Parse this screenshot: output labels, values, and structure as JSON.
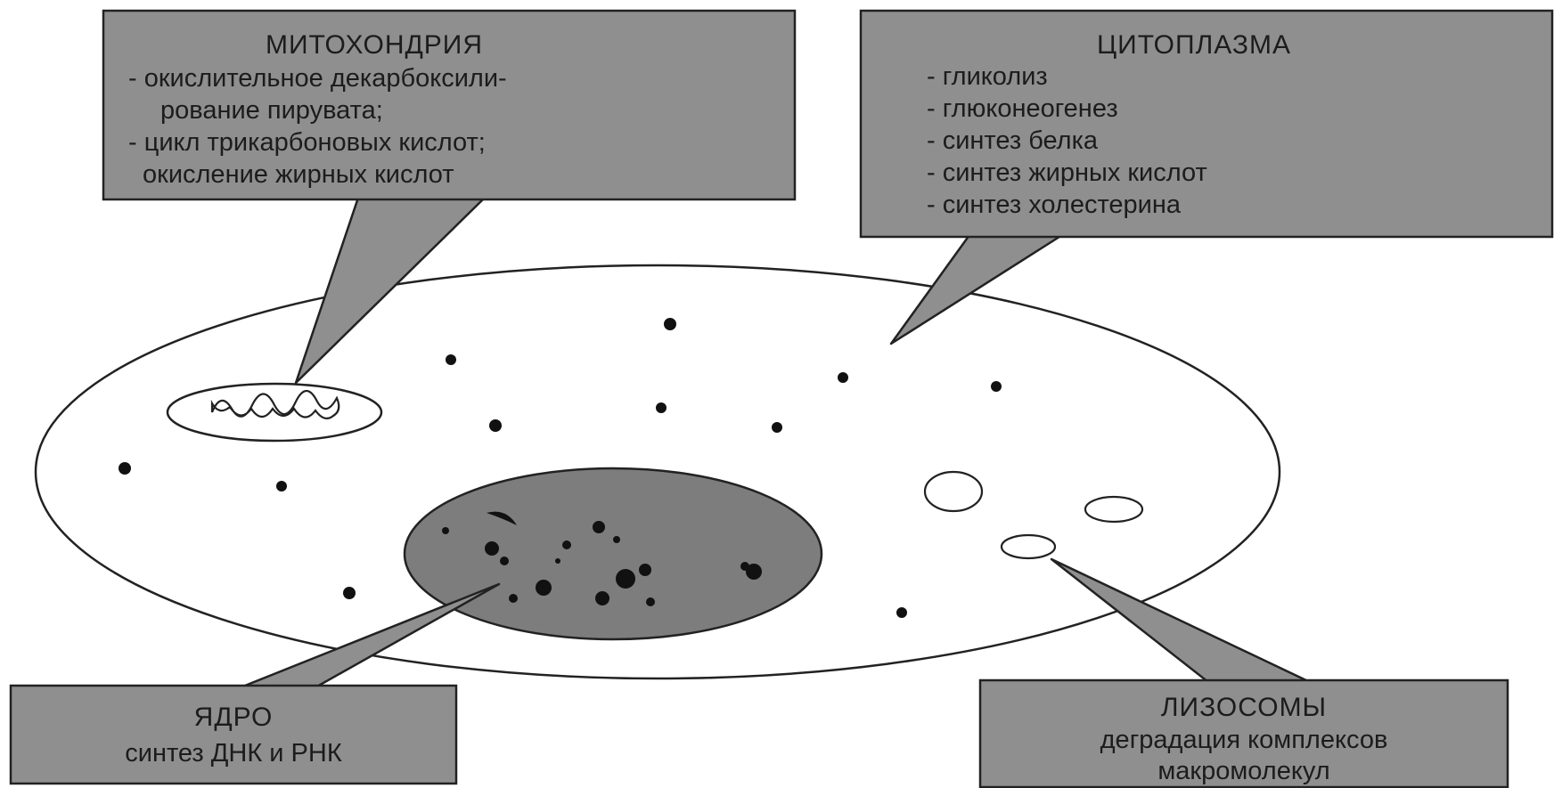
{
  "mitochondria": {
    "title": "МИТОХОНДРИЯ",
    "lines": [
      "- окислительное декарбоксили-",
      "рование пирувата;",
      "- цикл трикарбоновых кислот;",
      "окисление жирных кислот"
    ]
  },
  "cytoplasm": {
    "title": "ЦИТОПЛАЗМА",
    "lines": [
      "- гликолиз",
      "- глюконеогенез",
      "- синтез белка",
      "- синтез жирных кислот",
      "- синтез холестерина"
    ]
  },
  "nucleus": {
    "title": "ЯДРО",
    "lines": [
      "синтез ДНК и РНК"
    ]
  },
  "lysosomes": {
    "title": "ЛИЗОСОМЫ",
    "lines": [
      "деградация комплексов",
      "макромолекул"
    ]
  },
  "colors": {
    "box_fill": "#8f8f8f",
    "nucleus_fill": "#7d7d7d",
    "outline": "#222222",
    "background": "#ffffff"
  }
}
